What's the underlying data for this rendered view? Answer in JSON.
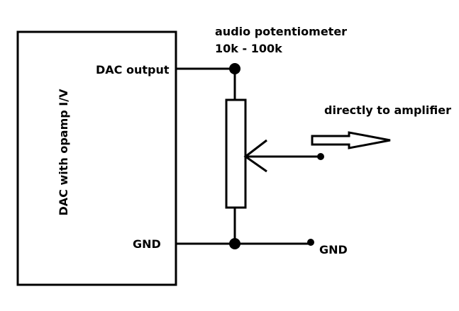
{
  "diagram": {
    "block_label": "DAC with opamp I/V",
    "dac_output_label": "DAC output",
    "gnd_left_label": "GND",
    "gnd_right_label": "GND",
    "pot_title_line1": "audio potentiometer",
    "pot_title_line2": "10k - 100k",
    "amp_label": "directly to amplifier"
  },
  "colors": {
    "stroke": "#000000",
    "background": "#ffffff"
  }
}
